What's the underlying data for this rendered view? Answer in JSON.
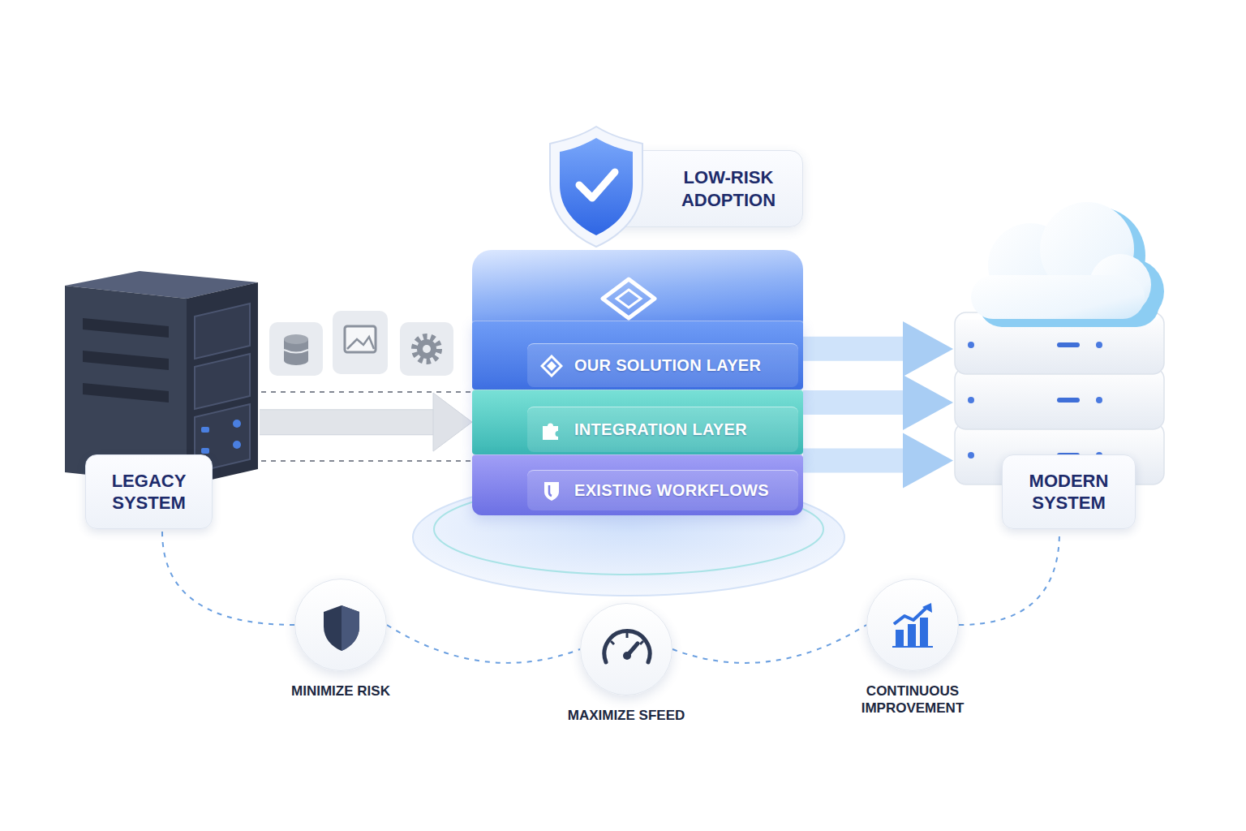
{
  "diagram": {
    "nodes": [
      {
        "text": [
          "LOW-RISK ADOPTION"
        ]
      },
      {
        "text": [
          "LEGACY SYSTEM"
        ]
      },
      {
        "text": [
          "OUR SOLUTION LAYER"
        ]
      },
      {
        "text": [
          "INTEGRATION LAYER"
        ]
      },
      {
        "text": [
          "EXISTING WORKFLOWS"
        ]
      },
      {
        "text": [
          "MODERN SYSTEM"
        ]
      },
      {
        "text": [
          "MINIMIZE RISK"
        ]
      },
      {
        "text": [
          "MAXIMIZE SFEED"
        ]
      },
      {
        "text": [
          "CONTINUOUS IMPROVEMENT"
        ]
      }
    ],
    "edges": [
      {
        "from": 1,
        "to": 3,
        "arrow": "to"
      },
      {
        "from": 2,
        "to": 5,
        "arrow": "to"
      },
      {
        "from": 3,
        "to": 5,
        "arrow": "to"
      },
      {
        "from": 4,
        "to": 5,
        "arrow": "to"
      },
      {
        "from": 1,
        "to": 6,
        "arrow": "none"
      },
      {
        "from": 6,
        "to": 7,
        "arrow": "none"
      },
      {
        "from": 7,
        "to": 8,
        "arrow": "none"
      },
      {
        "from": 8,
        "to": 5,
        "arrow": "none"
      }
    ]
  }
}
